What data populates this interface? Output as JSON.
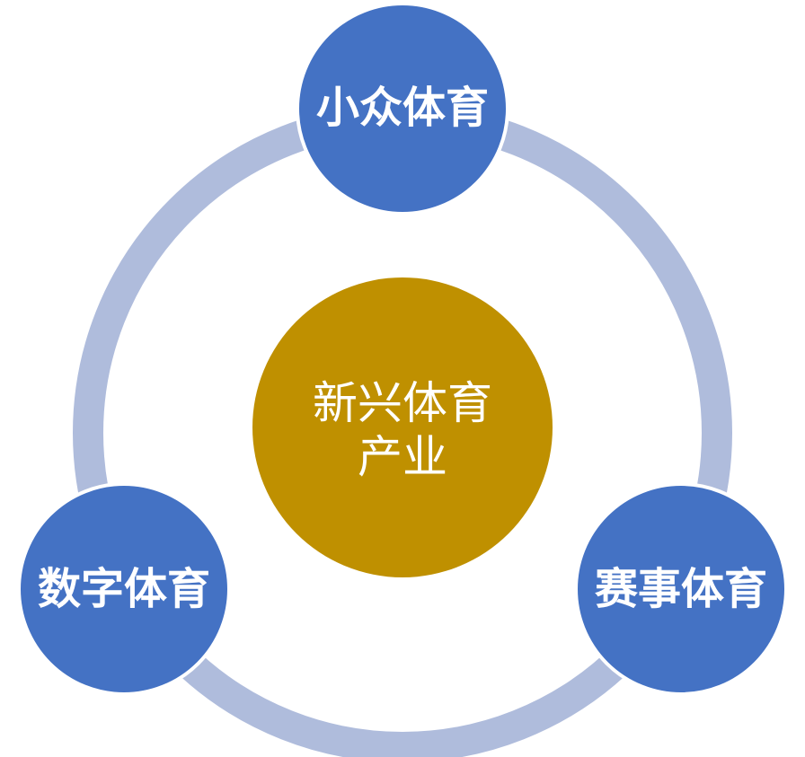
{
  "diagram": {
    "center": {
      "lines": [
        "新兴体育",
        "产业"
      ],
      "color": "#BF9000"
    },
    "nodes": [
      {
        "label": "小众体育"
      },
      {
        "label": "赛事体育"
      },
      {
        "label": "数字体育"
      }
    ],
    "colors": {
      "ring": "#AFBCDC",
      "node": "#4472C4",
      "node_stroke": "#FFFFFF",
      "text": "#FFFFFF"
    }
  }
}
